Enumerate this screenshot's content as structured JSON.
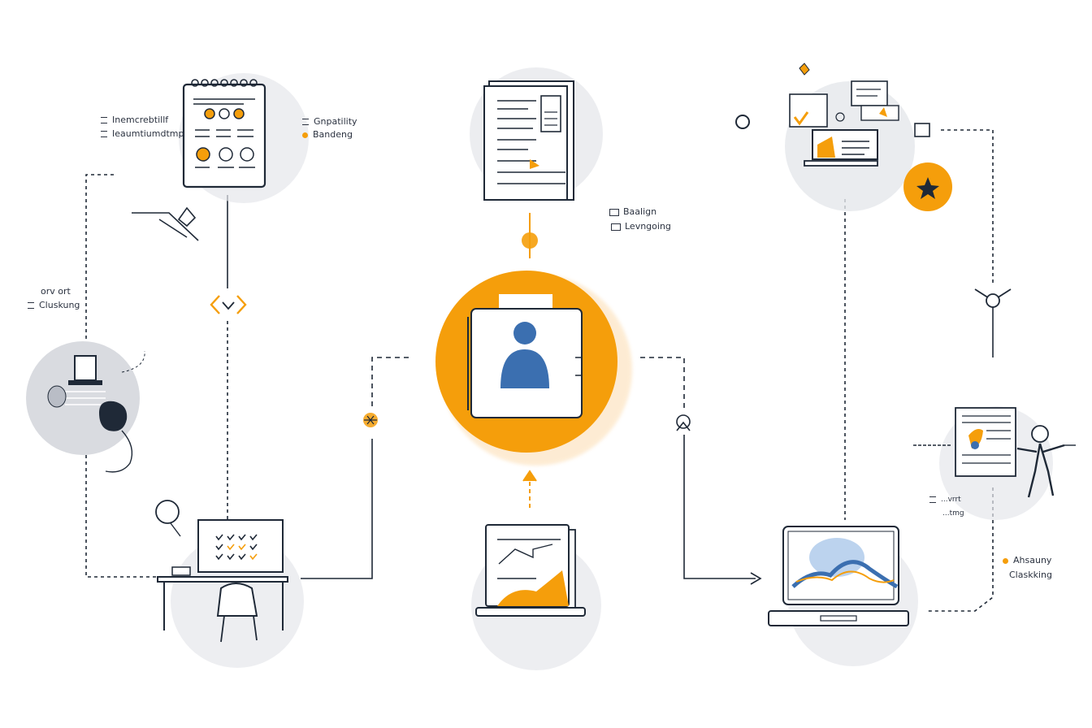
{
  "colors": {
    "accent": "#f59e0b",
    "ink": "#1f2937",
    "blue": "#3b6fb0",
    "halo": "#e5e7eb"
  },
  "labels": {
    "top_left_1": "Inemcrebtillf",
    "top_left_2": "Ieaumtiumdtmp",
    "top_right_of_notebook_1": "Gnpatility",
    "top_right_of_notebook_2": "Bandeng",
    "center_doc_1": "Baalign",
    "center_doc_2": "Levngoing",
    "left_mid_1": "orv ort",
    "left_mid_2": "Cluskung",
    "right_mid_1": "...vrrt",
    "right_mid_2": "...tmg",
    "bottom_right_1": "Ahsauny",
    "bottom_right_2": "Claskking"
  },
  "icons": [
    "notebook-icon",
    "document-icon",
    "devices-icon",
    "star-badge-icon",
    "person-folder-icon",
    "code-brackets-icon",
    "terminal-icon",
    "desk-workstation-icon",
    "laptop-chart-icon",
    "laptop-wave-icon",
    "presenter-icon",
    "network-node-icon"
  ]
}
